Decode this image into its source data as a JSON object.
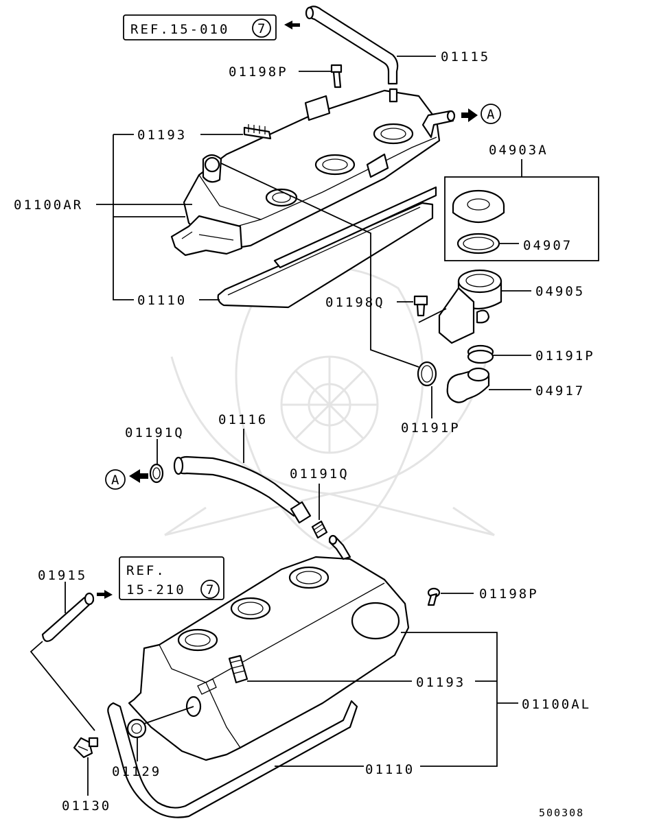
{
  "diagram": {
    "refs": {
      "top_ref": "REF.15-010",
      "top_ref_circle": "7",
      "mid_ref_line1": "REF.",
      "mid_ref_line2": "15-210",
      "mid_ref_circle": "7",
      "arrow_a": "A"
    },
    "labels": {
      "p01115": "01115",
      "p01198P_top": "01198P",
      "p01193_top": "01193",
      "p01100AR": "01100AR",
      "p01110_top": "01110",
      "p04903A": "04903A",
      "p04907": "04907",
      "p04905": "04905",
      "p01198Q": "01198Q",
      "p01191P_right": "01191P",
      "p04917": "04917",
      "p01191P_bottom": "01191P",
      "p01191Q_left": "01191Q",
      "p01116": "01116",
      "p01191Q_mid": "01191Q",
      "p01915": "01915",
      "p01198P_bottom": "01198P",
      "p01193_bottom": "01193",
      "p01100AL": "01100AL",
      "p01129": "01129",
      "p01110_bottom": "01110",
      "p01130": "01130",
      "diagram_id": "500308"
    }
  }
}
